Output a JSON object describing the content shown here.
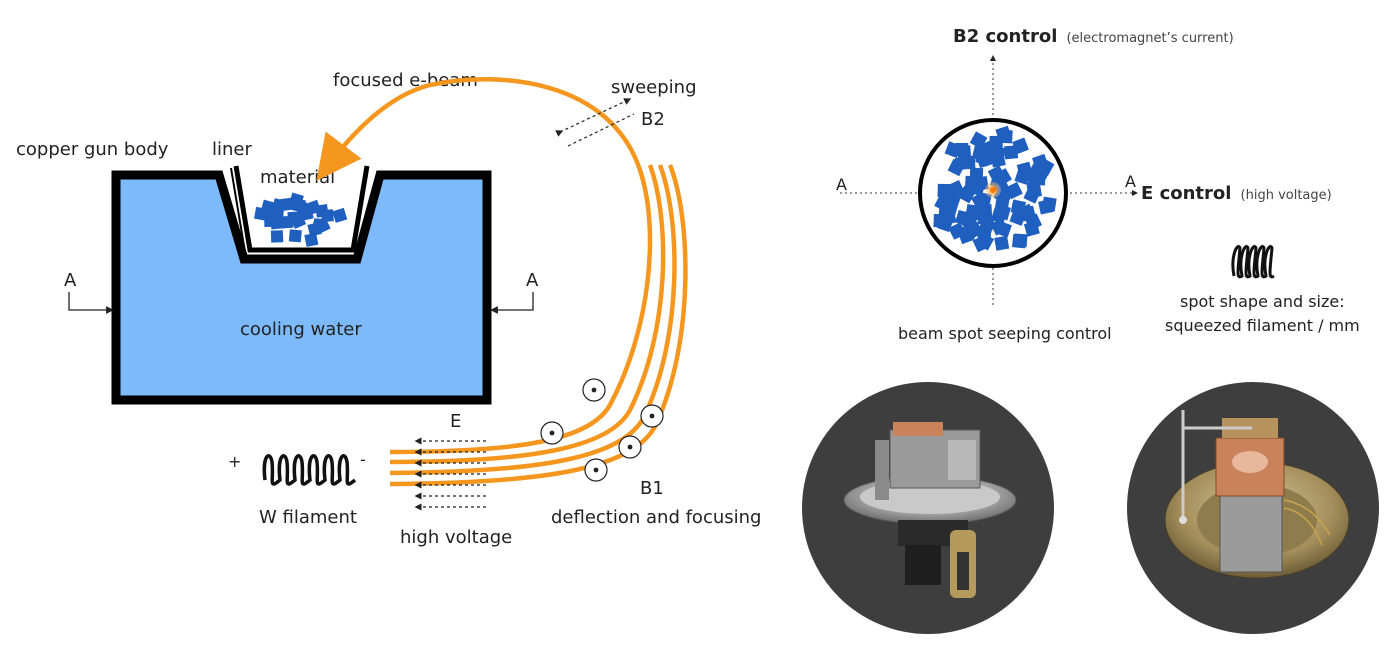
{
  "left_diagram": {
    "focused_label": "focused e-beam",
    "sweeping_label": "sweeping",
    "b2_label": "B2",
    "copper_label": "copper gun body",
    "liner_label": "liner",
    "material_label": "material",
    "cooling_label": "cooling water",
    "section_left": "A",
    "section_right": "A",
    "e_label": "E",
    "plus_label": "+",
    "minus_label": "-",
    "filament_label": "W filament",
    "hv_label": "high voltage",
    "b1_label": "B1",
    "deflection_label": "deflection and focusing"
  },
  "right_diagram": {
    "b2_title": "B2 control",
    "b2_sub": "(electromagnet’s current)",
    "e_title": "E control",
    "e_sub": "(high voltage)",
    "axis_left": "A",
    "axis_right": "A",
    "sweep_caption": "beam spot seeping control",
    "spot_caption_1": "spot shape and size:",
    "spot_caption_2": "squeezed filament / mm"
  },
  "colors": {
    "water": "#7dbafc",
    "beam": "#f5961e",
    "material": "#1f5fbf",
    "photo_bg": "#3e3e3e"
  }
}
